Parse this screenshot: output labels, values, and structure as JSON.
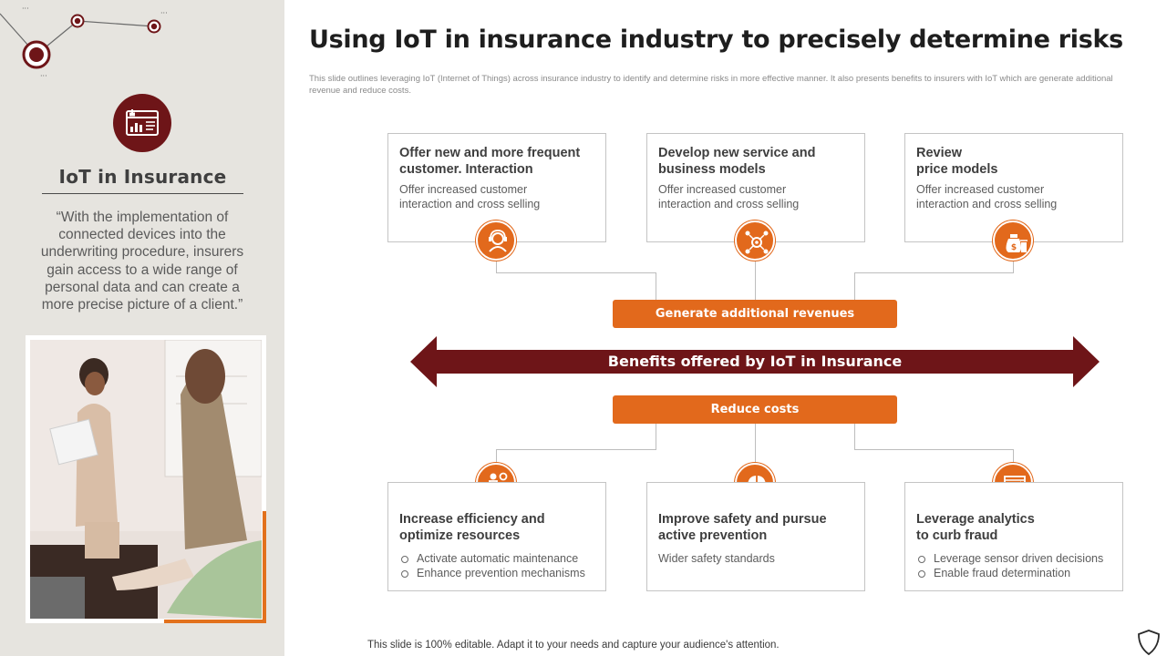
{
  "sidebar": {
    "title": "IoT in Insurance",
    "quote": "“With the implementation of connected devices into the underwriting procedure, insurers gain access to a wide range of personal data and can create a more precise picture of a client.”"
  },
  "header": {
    "title": "Using IoT in insurance industry to precisely determine risks",
    "subtitle": "This slide outlines leveraging IoT (Internet of Things) across insurance industry to identify and determine risks in more effective manner. It also presents benefits to insurers with IoT which are generate additional revenue and reduce costs."
  },
  "center": {
    "generate_label": "Generate additional revenues",
    "benefits_label": "Benefits offered by IoT in Insurance",
    "reduce_label": "Reduce costs"
  },
  "top_cards": [
    {
      "title_line1": "Offer new and more frequent",
      "title_line2": "customer. Interaction",
      "body_line1": "Offer increased customer",
      "body_line2": "interaction and cross selling",
      "icon": "customer-service-icon"
    },
    {
      "title_line1": "Develop new service and",
      "title_line2": "business models",
      "body_line1": "Offer increased customer",
      "body_line2": "interaction and cross selling",
      "icon": "network-gear-icon"
    },
    {
      "title_line1": "Review",
      "title_line2": "price models",
      "body_line1": "Offer increased customer",
      "body_line2": "interaction and cross selling",
      "icon": "money-bag-icon"
    }
  ],
  "bottom_cards": [
    {
      "title_line1": "Increase efficiency and",
      "title_line2": "optimize resources",
      "bullets": [
        "Activate automatic maintenance",
        "Enhance prevention mechanisms"
      ],
      "icon": "efficiency-icon"
    },
    {
      "title_line1": "Improve safety and pursue",
      "title_line2": "active prevention",
      "body_line1": "Wider safety standards",
      "icon": "safety-helmet-icon"
    },
    {
      "title_line1": "Leverage analytics",
      "title_line2": "to curb fraud",
      "bullets": [
        "Leverage  sensor driven  decisions",
        "Enable fraud determination"
      ],
      "icon": "analytics-board-icon"
    }
  ],
  "footer": {
    "text": "This slide is 100% editable. Adapt it to your needs and capture your audience's attention."
  },
  "colors": {
    "accent_orange": "#e2691c",
    "dark_maroon": "#6e1518",
    "panel_bg": "#e6e4df"
  }
}
